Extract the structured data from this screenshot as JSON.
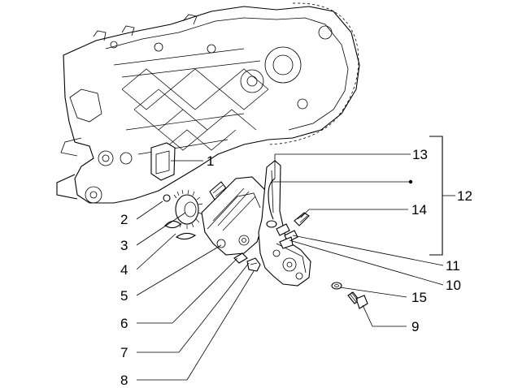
{
  "diagram": {
    "callouts": [
      {
        "id": "c1",
        "label": "1"
      },
      {
        "id": "c2",
        "label": "2"
      },
      {
        "id": "c3",
        "label": "3"
      },
      {
        "id": "c4",
        "label": "4"
      },
      {
        "id": "c5",
        "label": "5"
      },
      {
        "id": "c6",
        "label": "6"
      },
      {
        "id": "c7",
        "label": "7"
      },
      {
        "id": "c8",
        "label": "8"
      },
      {
        "id": "c9",
        "label": "9"
      },
      {
        "id": "c11",
        "label": "11"
      },
      {
        "id": "c10",
        "label": "10"
      },
      {
        "id": "c12",
        "label": "12"
      },
      {
        "id": "c13",
        "label": "13"
      },
      {
        "id": "c14",
        "label": "14"
      },
      {
        "id": "c15",
        "label": "15"
      }
    ]
  }
}
